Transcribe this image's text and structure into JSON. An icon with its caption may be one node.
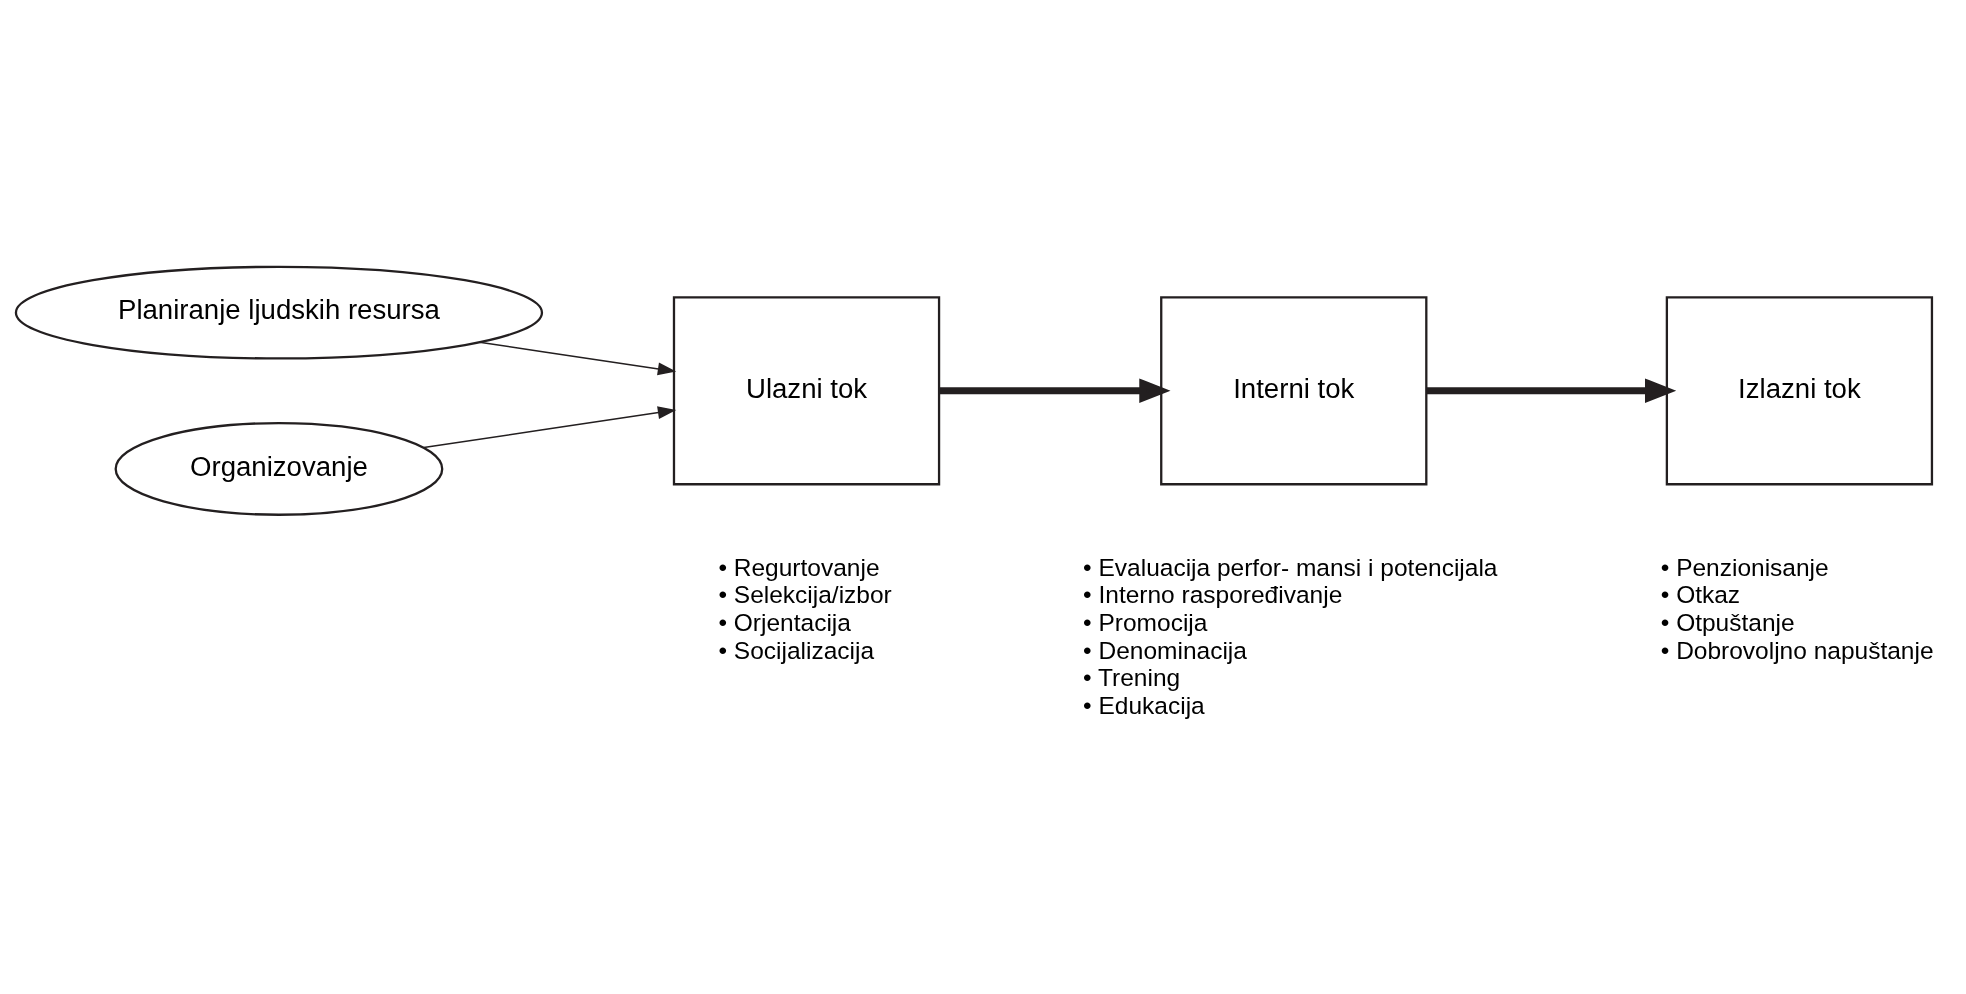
{
  "diagram": {
    "nodes": [
      {
        "text": [
          "Planiranje ljudskih resursa"
        ]
      },
      {
        "text": [
          "Organizovanje"
        ]
      },
      {
        "text": [
          "Ulazni tok"
        ],
        "beside": [
          "• Regurtovanje",
          "• Selekcija/izbor",
          "• Orjentacija",
          "• Socijalizacija"
        ]
      },
      {
        "text": [
          "Interni tok"
        ],
        "beside": [
          "• Evaluacija perfor- mansi i potencijala",
          "• Interno raspoređivanje",
          "• Promocija",
          "• Denominacija",
          "• Trening",
          "• Edukacija"
        ]
      },
      {
        "text": [
          "Izlazni tok"
        ],
        "beside": [
          "• Penzionisanje",
          "• Otkaz",
          "• Otpuštanje",
          "• Dobrovoljno napuštanje"
        ]
      }
    ],
    "edges": [
      {
        "from": 1,
        "to": 2,
        "arrow": "to"
      },
      {
        "from": 0,
        "to": 2,
        "arrow": "to"
      },
      {
        "from": 2,
        "to": 3,
        "arrow": "to",
        "style": "thick"
      },
      {
        "from": 3,
        "to": 4,
        "arrow": "to",
        "style": "thick"
      }
    ]
  }
}
